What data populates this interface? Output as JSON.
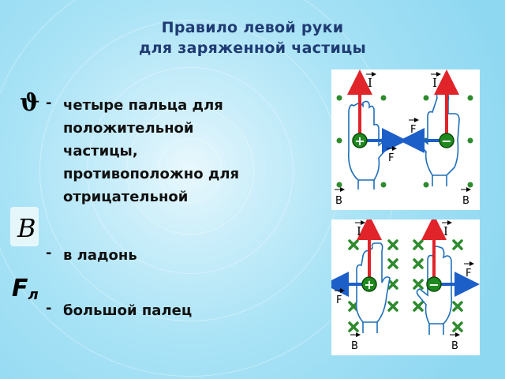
{
  "title": {
    "line1": "Правило левой руки",
    "line2": "для заряженной частицы"
  },
  "symbols": {
    "velocity": "ϑ",
    "field": "B",
    "force": "F",
    "force_sub": "л"
  },
  "bullets": [
    {
      "marker": "-",
      "lines": [
        "четыре пальца для",
        "положительной",
        "частицы,",
        "противоположно для",
        "отрицательной"
      ]
    },
    {
      "marker": "-",
      "lines": [
        "в ладонь"
      ]
    },
    {
      "marker": "-",
      "lines": [
        "большой палец"
      ]
    }
  ],
  "panel_top": {
    "current_left": "I",
    "current_right": "I",
    "force_left": "F",
    "force_right": "F",
    "field_left": "B",
    "field_right": "B",
    "charge_left": "+",
    "charge_right": "−"
  },
  "panel_bottom": {
    "current_left": "I",
    "current_right": "I",
    "force_top": "F",
    "force_bottom": "F",
    "field_left": "B",
    "field_right": "B",
    "charge_left": "+",
    "charge_right": "−"
  },
  "colors": {
    "title": "#1f3b73",
    "current_arrow": "#e0242a",
    "force_arrow": "#1d5fc9",
    "field_marker": "#2e8b2e",
    "charge_fill": "#1e8a1e"
  }
}
